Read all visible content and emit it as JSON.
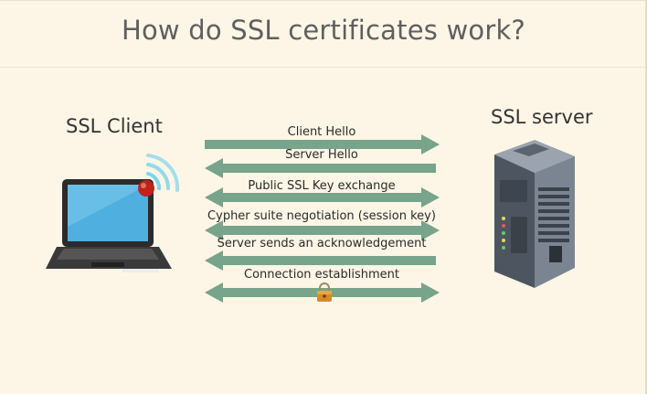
{
  "title": "How do SSL certificates work?",
  "client": {
    "label": "SSL Client"
  },
  "server": {
    "label": "SSL server"
  },
  "colors": {
    "arrow": "#77a48a",
    "background": "#fdf6e6",
    "title": "#5f5f5f"
  },
  "steps": [
    {
      "label": "Client Hello",
      "direction": "to-server"
    },
    {
      "label": "Server Hello",
      "direction": "to-client"
    },
    {
      "label": "Public SSL Key exchange",
      "direction": "both"
    },
    {
      "label": "Cypher suite negotiation (session key)",
      "direction": "both"
    },
    {
      "label": "Server sends an acknowledgement",
      "direction": "to-client"
    },
    {
      "label": "Connection establishment",
      "direction": "both"
    }
  ],
  "icons": [
    "laptop-icon",
    "wifi-signal-icon",
    "server-tower-icon",
    "padlock-icon"
  ]
}
